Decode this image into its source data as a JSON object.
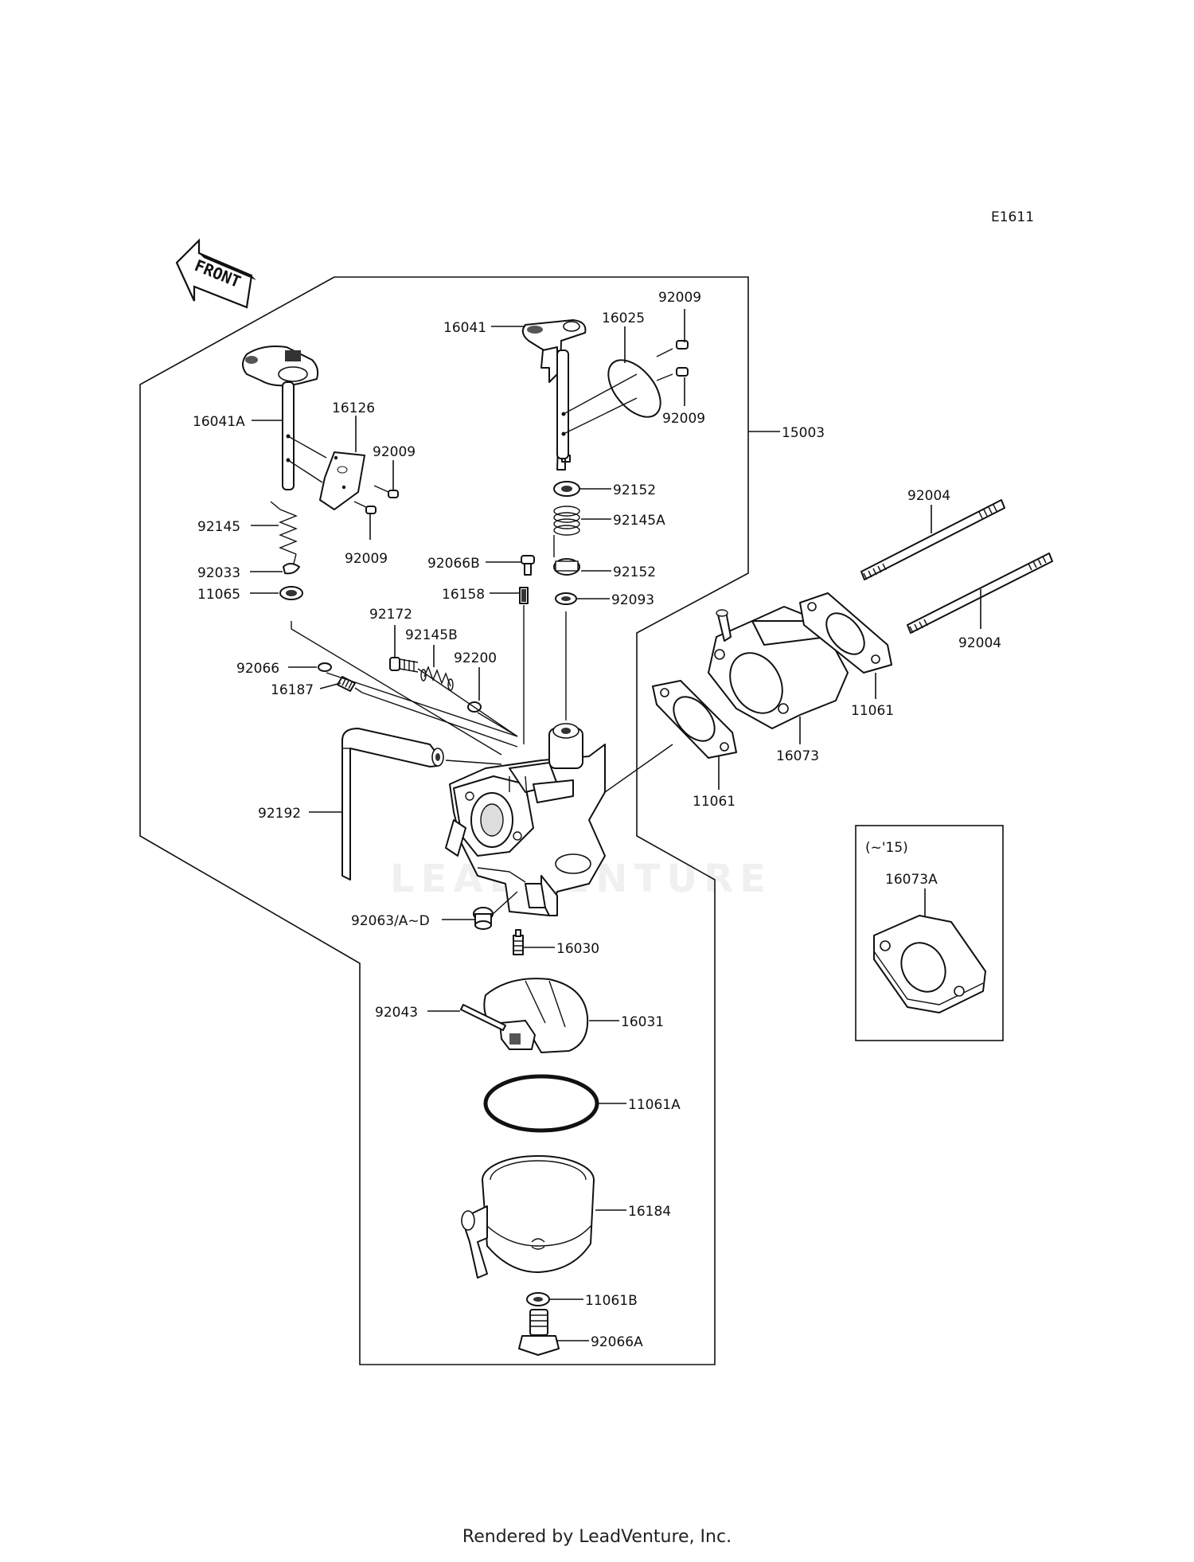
{
  "diagram_code": "E1611",
  "front_label": "FRONT",
  "inset_label": "(~'15)",
  "watermark": "LEADVENTURE",
  "footer": "Rendered by LeadVenture, Inc.",
  "callouts": {
    "p15003": "15003",
    "p16041": "16041",
    "p16025": "16025",
    "p92009_a": "92009",
    "p92009_b": "92009",
    "p16041A": "16041A",
    "p16126": "16126",
    "p92009_c": "92009",
    "p92009_d": "92009",
    "p92145": "92145",
    "p92033": "92033",
    "p11065": "11065",
    "p92152_a": "92152",
    "p92145A": "92145A",
    "p92066B": "92066B",
    "p92152_b": "92152",
    "p16158": "16158",
    "p92093": "92093",
    "p92172": "92172",
    "p92145B": "92145B",
    "p92200": "92200",
    "p92066": "92066",
    "p16187": "16187",
    "p92192": "92192",
    "p92004_a": "92004",
    "p92004_b": "92004",
    "p11061_a": "11061",
    "p11061_b": "11061",
    "p16073": "16073",
    "p16073A": "16073A",
    "p92063": "92063/A~D",
    "p16030": "16030",
    "p92043": "92043",
    "p16031": "16031",
    "p11061A": "11061A",
    "p16184": "16184",
    "p11061B": "11061B",
    "p92066A": "92066A"
  }
}
